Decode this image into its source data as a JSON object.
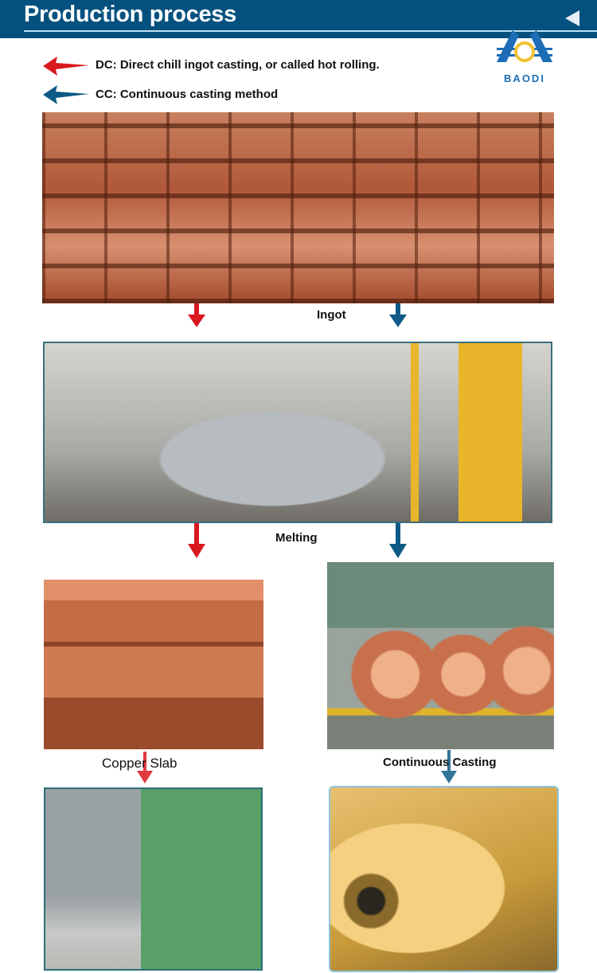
{
  "header": {
    "title": "Production process",
    "collapse_icon": "triangle-left-icon"
  },
  "legend": [
    {
      "label": "DC: Direct chill ingot casting, or called hot rolling.",
      "color": "#d9181f",
      "icon": "arrow-left-icon"
    },
    {
      "label": "CC: Continuous casting method",
      "color": "#0e5a86",
      "icon": "arrow-left-icon"
    }
  ],
  "logo": {
    "text": "BAODI",
    "color": "#1c6db5",
    "ring_color": "#f1c232"
  },
  "steps": {
    "ingot": "Ingot",
    "melting": "Melting",
    "copper_slab": "Copper Slab",
    "continuous_casting": "Continuous Casting"
  },
  "colors": {
    "header_bg": "#04517f",
    "dc_arrow": "#d9181f",
    "cc_arrow": "#0e5a86"
  }
}
